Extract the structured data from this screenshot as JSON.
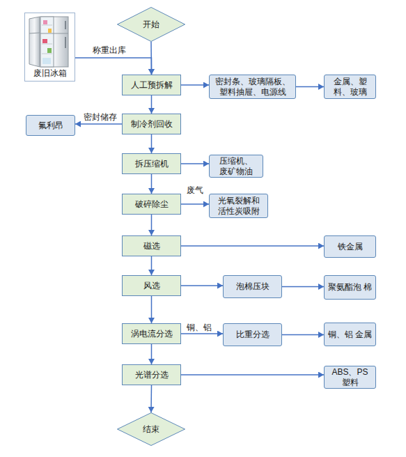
{
  "diagram": {
    "nodes": [
      {
        "text": [
          "废旧冰箱"
        ]
      },
      {
        "text": [
          "开始"
        ]
      },
      {
        "text": [
          "人工预拆解"
        ]
      },
      {
        "text": [
          "密封条、玻璃隔板、 塑料抽屉、电源线"
        ]
      },
      {
        "text": [
          "金属、塑 料、玻璃"
        ]
      },
      {
        "text": [
          "氟利昂"
        ]
      },
      {
        "text": [
          "制冷剂回收"
        ]
      },
      {
        "text": [
          "拆压缩机"
        ]
      },
      {
        "text": [
          "压缩机、 废矿物油"
        ]
      },
      {
        "text": [
          "破碎除尘"
        ]
      },
      {
        "text": [
          "光氧裂解和 活性炭吸附"
        ]
      },
      {
        "text": [
          "磁选"
        ]
      },
      {
        "text": [
          "铁金属"
        ]
      },
      {
        "text": [
          "风选"
        ]
      },
      {
        "text": [
          "泡棉压块"
        ]
      },
      {
        "text": [
          "聚氨酯泡 棉"
        ]
      },
      {
        "text": [
          "涡电流分选"
        ]
      },
      {
        "text": [
          "比重分选"
        ]
      },
      {
        "text": [
          "铜、铝 金属"
        ]
      },
      {
        "text": [
          "光谱分选"
        ]
      },
      {
        "text": [
          "ABS、PS 塑料"
        ]
      },
      {
        "text": [
          "结束"
        ]
      }
    ],
    "edges": [
      {
        "from": 1,
        "to": 2,
        "arrow": "to"
      },
      {
        "from": 0,
        "to": 2,
        "label": "称重出库",
        "arrow": "to"
      },
      {
        "from": 2,
        "to": 3,
        "arrow": "to"
      },
      {
        "from": 3,
        "to": 4,
        "arrow": "to"
      },
      {
        "from": 2,
        "to": 6,
        "arrow": "to"
      },
      {
        "from": 6,
        "to": 5,
        "label": "密封储存",
        "arrow": "to"
      },
      {
        "from": 6,
        "to": 7,
        "arrow": "to"
      },
      {
        "from": 7,
        "to": 8,
        "arrow": "to"
      },
      {
        "from": 7,
        "to": 9,
        "arrow": "to"
      },
      {
        "from": 9,
        "to": 10,
        "label": "废气",
        "arrow": "to"
      },
      {
        "from": 9,
        "to": 11,
        "arrow": "to"
      },
      {
        "from": 11,
        "to": 12,
        "arrow": "to"
      },
      {
        "from": 11,
        "to": 13,
        "arrow": "to"
      },
      {
        "from": 13,
        "to": 14,
        "arrow": "to"
      },
      {
        "from": 14,
        "to": 15,
        "arrow": "to"
      },
      {
        "from": 13,
        "to": 16,
        "arrow": "to"
      },
      {
        "from": 16,
        "to": 17,
        "label": "铜、铝",
        "arrow": "to"
      },
      {
        "from": 17,
        "to": 18,
        "arrow": "to"
      },
      {
        "from": 16,
        "to": 19,
        "arrow": "to"
      },
      {
        "from": 19,
        "to": 20,
        "arrow": "to"
      },
      {
        "from": 19,
        "to": 21,
        "arrow": "to"
      }
    ]
  }
}
